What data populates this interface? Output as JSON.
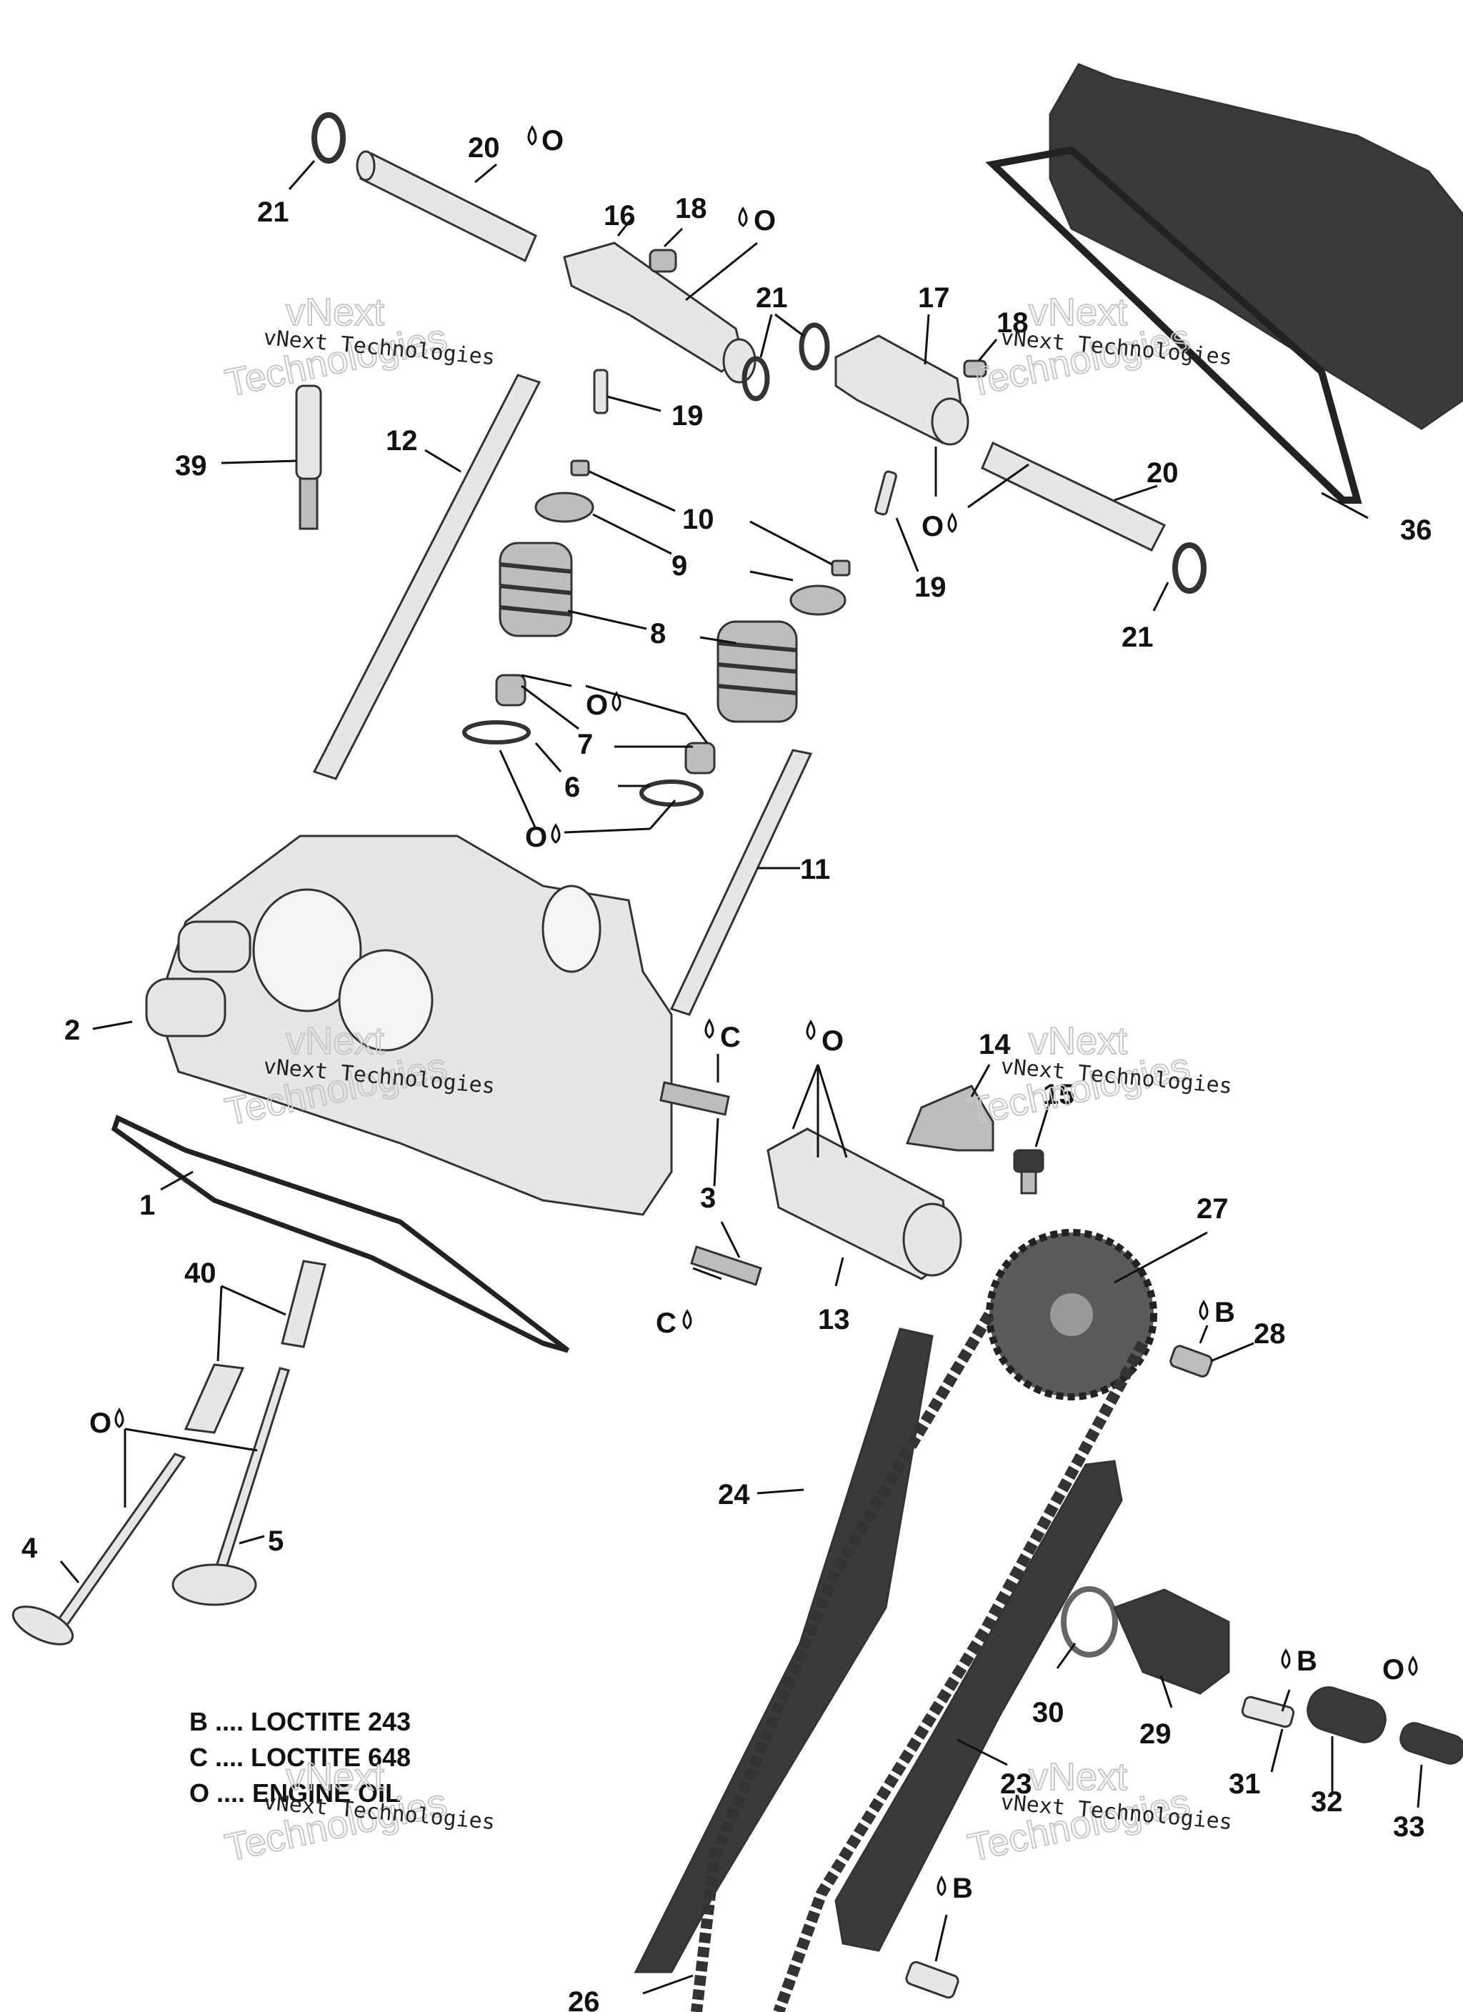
{
  "callouts": {
    "p1": "1",
    "p2": "2",
    "p3": "3",
    "p4": "4",
    "p5": "5",
    "p6": "6",
    "p7": "7",
    "p8": "8",
    "p9": "9",
    "p10": "10",
    "p11": "11",
    "p12": "12",
    "p13": "13",
    "p14": "14",
    "p15": "15",
    "p16": "16",
    "p17": "17",
    "p18a": "18",
    "p18b": "18",
    "p19a": "19",
    "p19b": "19",
    "p20a": "20",
    "p20b": "20",
    "p21a": "21",
    "p21b": "21",
    "p21c": "21",
    "p23": "23",
    "p24": "24",
    "p26": "26",
    "p27": "27",
    "p28": "28",
    "p29": "29",
    "p30": "30",
    "p31": "31",
    "p32": "32",
    "p33": "33",
    "p36": "36",
    "p39": "39",
    "p40": "40"
  },
  "markers": {
    "oil": "O",
    "loctite_b": "B",
    "loctite_c": "C"
  },
  "legend": [
    {
      "text": "B .... LOCTITE 243"
    },
    {
      "text": "C .... LOCTITE 648"
    },
    {
      "text": "O .... ENGINE OIL"
    }
  ],
  "watermark": {
    "line1": "vNext Technologies",
    "line2": "vNext",
    "line3": "Technologies"
  },
  "colors": {
    "part_light": "#e6e6e6",
    "part_mid": "#bdbdbd",
    "part_dark": "#3a3a3a",
    "ink": "#111111"
  }
}
